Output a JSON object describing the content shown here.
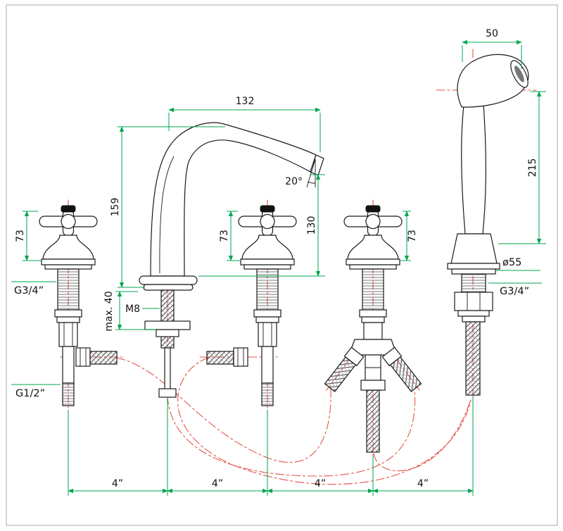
{
  "meta": {
    "type": "technical-drawing",
    "subject": "5-hole deck mounted bath mixer with handshower — dimensional drawing"
  },
  "colors": {
    "dimension_green": "#00a650",
    "centerline_red": "#e25549",
    "line_black": "#1a1a1a",
    "background": "#ffffff"
  },
  "dimensions": {
    "head_width": "50",
    "shower_height": "215",
    "spout_reach": "132",
    "spout_height": "159",
    "outlet_height": "130",
    "handle_left": "73",
    "handle_mid": "73",
    "handle_right": "73",
    "spout_angle": "20°",
    "stud_thread": "M8",
    "max_deck": "max. 40",
    "flange_dia": "ø55",
    "thread_left": "G3/4”",
    "thread_right": "G3/4”",
    "thread_bottom": "G1/2”",
    "pitch_1": "4”",
    "pitch_2": "4”",
    "pitch_3": "4”",
    "pitch_4": "4”"
  }
}
